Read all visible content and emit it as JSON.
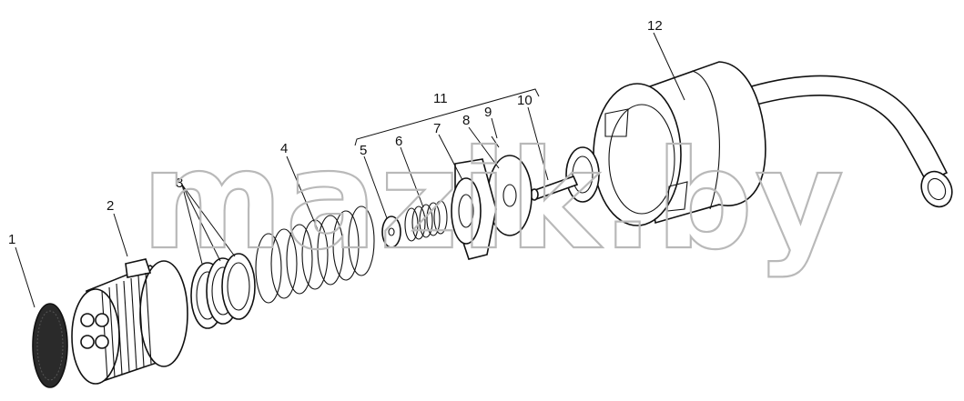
{
  "watermark": "mazik.by",
  "callouts": {
    "c1": "1",
    "c2": "2",
    "c3": "3",
    "c4": "4",
    "c5": "5",
    "c6": "6",
    "c7": "7",
    "c8": "8",
    "c9": "9",
    "c10": "10",
    "c11": "11",
    "c12": "12"
  },
  "colors": {
    "ink": "#111111",
    "watermark": "#b9b9b9",
    "paper": "#ffffff"
  }
}
